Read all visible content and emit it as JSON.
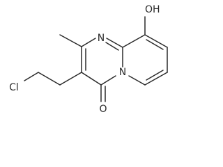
{
  "molecule": {
    "atoms": {
      "n1": "N",
      "n2": "N",
      "oh": "OH",
      "carbonyl_o": "O",
      "cl": "Cl"
    },
    "bond_color": "#2a2a2a",
    "background": "#ffffff"
  }
}
